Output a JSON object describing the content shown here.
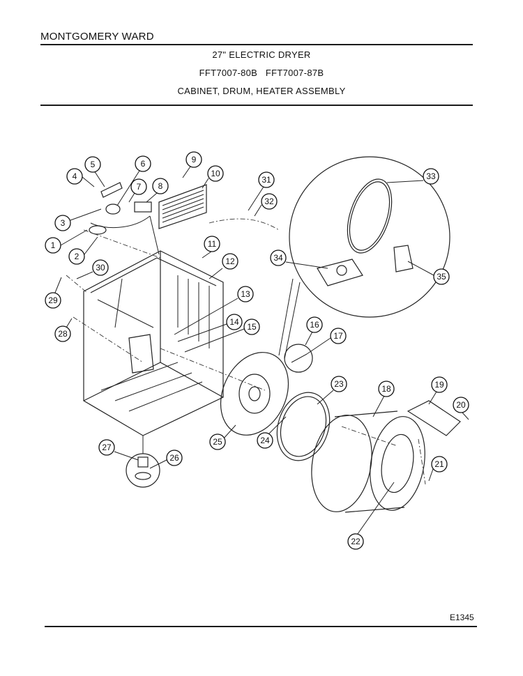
{
  "header": {
    "brand": "MONTGOMERY WARD",
    "line1": "27\" ELECTRIC DRYER",
    "line2": "FFT7007-80B   FFT7007-87B",
    "line3": "CABINET, DRUM, HEATER ASSEMBLY"
  },
  "footer": {
    "code": "E1345"
  },
  "callouts": [
    "1",
    "2",
    "3",
    "4",
    "5",
    "6",
    "7",
    "8",
    "9",
    "10",
    "11",
    "12",
    "13",
    "14",
    "15",
    "16",
    "17",
    "18",
    "19",
    "20",
    "21",
    "22",
    "23",
    "24",
    "25",
    "26",
    "27",
    "28",
    "29",
    "30",
    "31",
    "32",
    "33",
    "34",
    "35"
  ]
}
